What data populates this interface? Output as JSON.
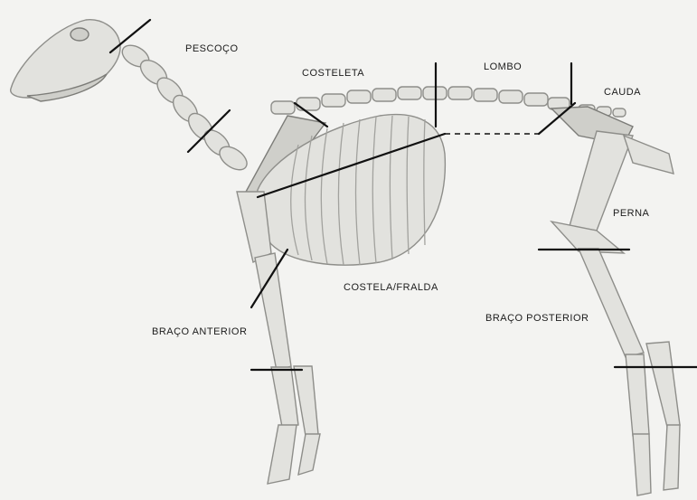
{
  "labels": {
    "neck": "PESCOÇO",
    "chop": "COSTELETA",
    "loin": "LOMBO",
    "tail": "CAUDA",
    "leg": "PERNA",
    "rib_flank": "COSTELA/FRALDA",
    "foreleg": "BRAÇO ANTERIOR",
    "hindleg": "BRAÇO POSTERIOR"
  },
  "colors": {
    "background": "#f3f3f1",
    "bone": "#e2e2de",
    "outline": "#8e8e8a",
    "cut_line": "#111111",
    "text": "#1c1c1c"
  }
}
